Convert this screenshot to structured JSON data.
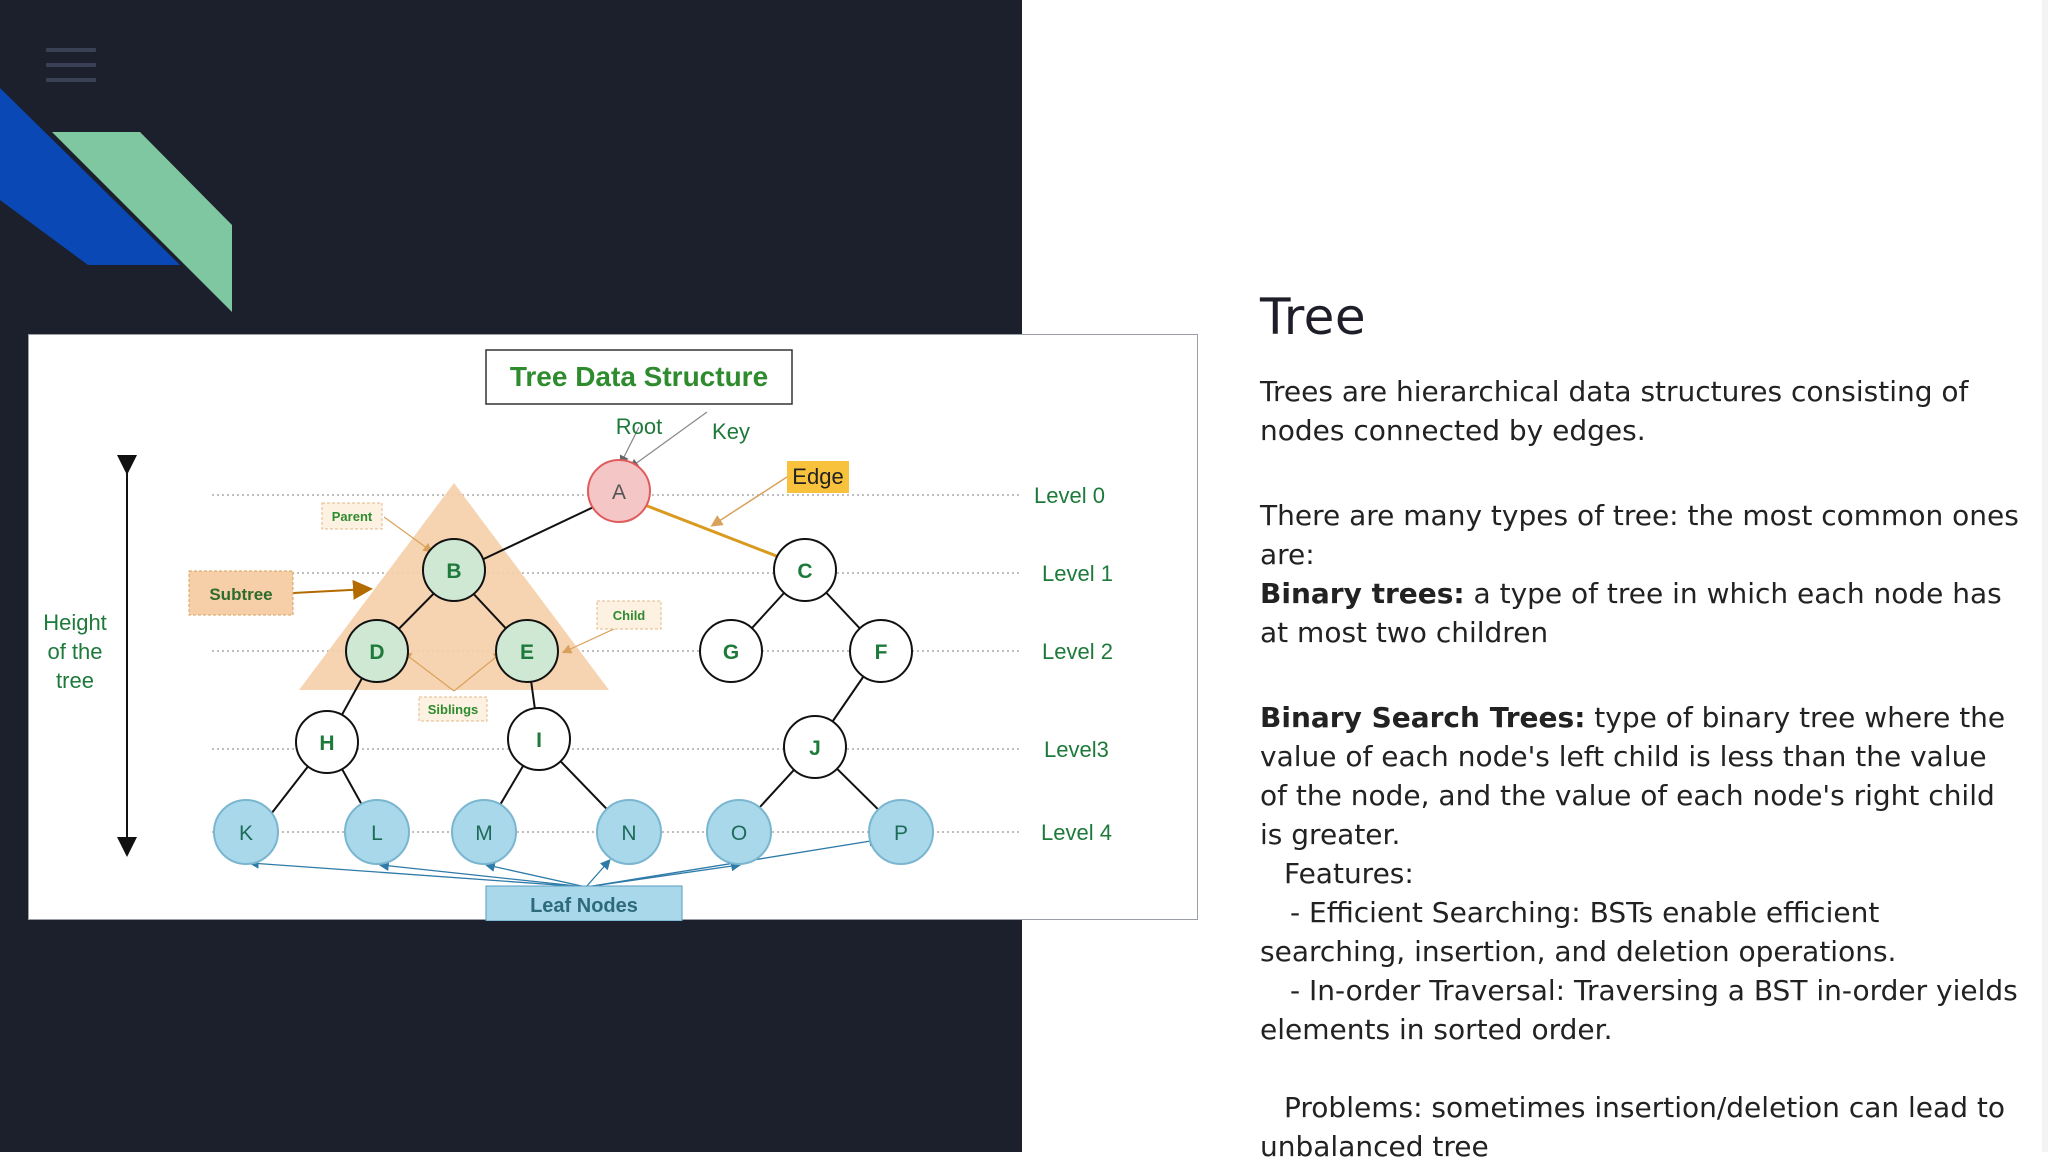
{
  "menu": {
    "icon": "hamburger-menu-icon"
  },
  "colors": {
    "left_panel_bg": "#1c202c",
    "accent_blue": "#0a48b5",
    "accent_green": "#7ec7a0",
    "node_green_fill": "#cfe8d3",
    "node_green_text": "#1e7a3a",
    "node_blue_fill": "#a8d8ea",
    "node_root_fill": "#f5c6c6",
    "subtree_fill": "#f6cfa8"
  },
  "diagram": {
    "title": "Tree Data Structure",
    "labels": {
      "root": "Root",
      "key": "Key",
      "edge": "Edge",
      "parent": "Parent",
      "subtree": "Subtree",
      "child": "Child",
      "siblings": "Siblings",
      "leaf_nodes": "Leaf Nodes",
      "height_1": "Height",
      "height_2": "of the",
      "height_3": "tree"
    },
    "levels": [
      "Level 0",
      "Level 1",
      "Level 2",
      "Level3",
      "Level 4"
    ],
    "nodes": {
      "A": "A",
      "B": "B",
      "C": "C",
      "D": "D",
      "E": "E",
      "F": "F",
      "G": "G",
      "H": "H",
      "I": "I",
      "J": "J",
      "K": "K",
      "L": "L",
      "M": "M",
      "N": "N",
      "O": "O",
      "P": "P"
    }
  },
  "content": {
    "title": "Tree",
    "intro": "Trees are hierarchical data structures consisting of nodes connected by edges.",
    "types_intro": "There are many types of tree: the most common ones are:",
    "binary_term": "Binary trees:",
    "binary_desc": " a type of tree in which each node has at most two children",
    "bst_term": "Binary Search Trees:",
    "bst_desc": " type of binary tree where the value of each node's left child is less than the value of the node, and the value of each node's right child is greater.",
    "features_label": "Features:",
    "feature_1": "- Efficient Searching: BSTs enable efficient searching, insertion, and deletion operations.",
    "feature_2": "- In-order Traversal: Traversing a BST in-order yields elements in sorted order.",
    "problems": "Problems: sometimes insertion/deletion can lead to unbalanced tree"
  }
}
